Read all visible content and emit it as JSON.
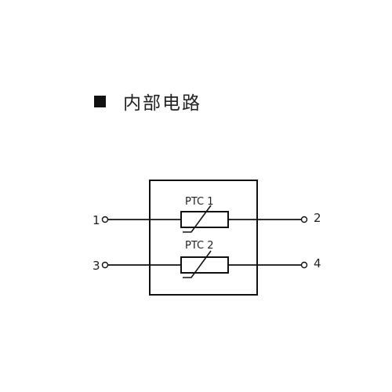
{
  "header": {
    "bullet_icon": "filled-square-icon",
    "title": "内部电路"
  },
  "circuit": {
    "components": [
      {
        "label": "PTC 1",
        "type": "ptc-thermistor"
      },
      {
        "label": "PTC 2",
        "type": "ptc-thermistor"
      }
    ],
    "terminals": [
      {
        "label": "1"
      },
      {
        "label": "2"
      },
      {
        "label": "3"
      },
      {
        "label": "4"
      }
    ],
    "line_color": "#111111"
  }
}
